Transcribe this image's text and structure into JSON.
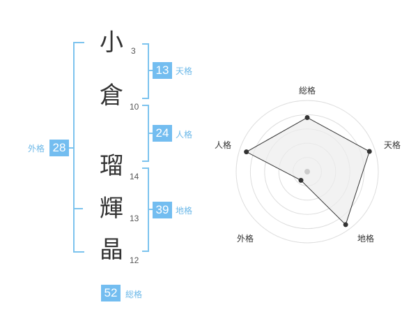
{
  "name": {
    "chars": [
      {
        "char": "小",
        "strokes": "3"
      },
      {
        "char": "倉",
        "strokes": "10"
      },
      {
        "char": "瑠",
        "strokes": "14"
      },
      {
        "char": "輝",
        "strokes": "13"
      },
      {
        "char": "晶",
        "strokes": "12"
      }
    ]
  },
  "fortunes": {
    "tenkaku": {
      "value": "13",
      "label": "天格"
    },
    "jinkaku": {
      "value": "24",
      "label": "人格"
    },
    "chikaku": {
      "value": "39",
      "label": "地格"
    },
    "gaikaku": {
      "value": "28",
      "label": "外格"
    },
    "soukaku": {
      "value": "52",
      "label": "総格"
    }
  },
  "radar": {
    "axes": [
      "総格",
      "天格",
      "地格",
      "外格",
      "人格"
    ],
    "values": [
      0.76,
      0.92,
      0.92,
      0.15,
      0.9
    ],
    "rings": 5,
    "colors": {
      "fill": "#ececec",
      "line": "#333333",
      "ring": "#dddddd",
      "point": "#333333",
      "center": "#cccccc"
    }
  }
}
